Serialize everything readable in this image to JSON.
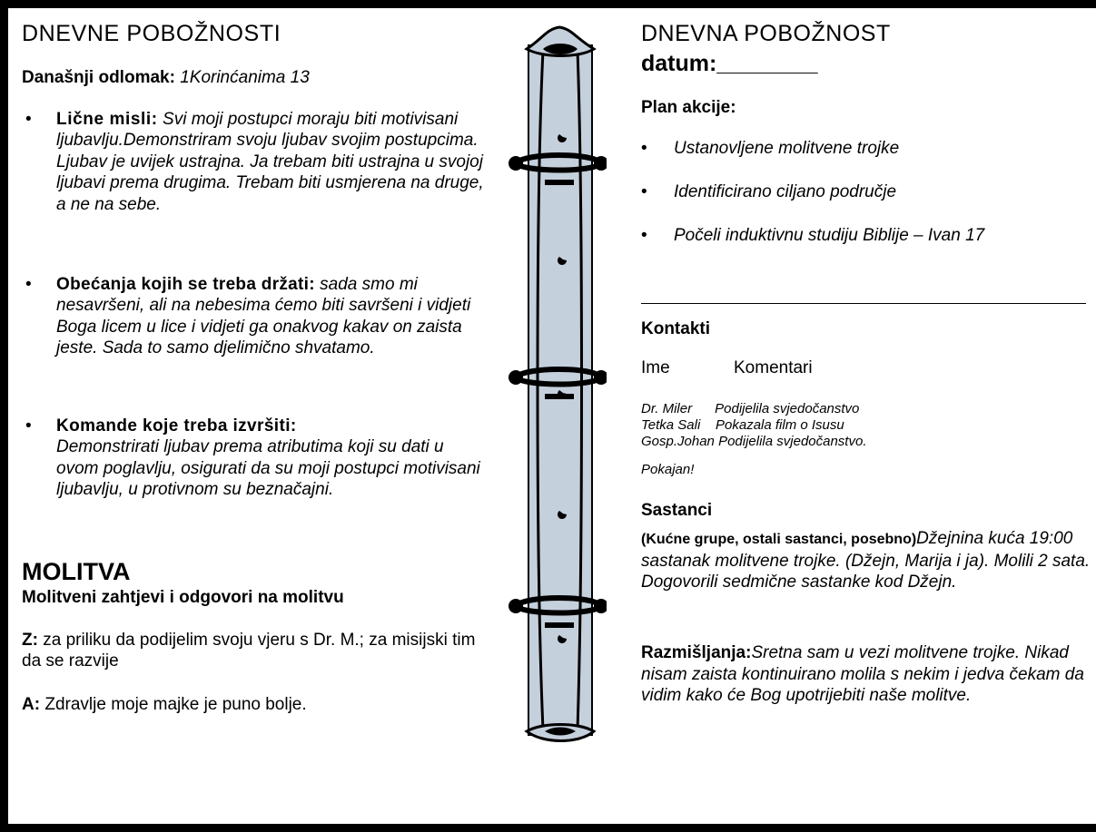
{
  "left": {
    "heading": "DNEVNE POBOŽNOSTI",
    "passage_label": "Današnji odlomak:",
    "passage_value": "1Korinćanima 13",
    "bullets": [
      {
        "label": "Lične misli:",
        "text": "Svi moji postupci moraju biti motivisani ljubavlju.Demonstriram svoju ljubav svojim postupcima. Ljubav je uvijek ustrajna. Ja trebam biti ustrajna u svojoj ljubavi prema drugima. Trebam biti usmjerena na druge, a ne na sebe."
      },
      {
        "label": "Obećanja kojih se treba držati:",
        "text": "sada smo mi nesavršeni, ali na nebesima ćemo biti savršeni i vidjeti Boga  licem u lice i vidjeti ga onakvog kakav on zaista jeste. Sada to samo djelimično shvatamo."
      },
      {
        "label": "Komande koje treba izvršiti:",
        "text": "Demonstrirati ljubav prema atributima koji su dati u ovom poglavlju, osigurati da su moji postupci motivisani ljubavlju, u protivnom su beznačajni."
      }
    ],
    "prayer_heading": "MOLITVA",
    "prayer_subheading": "Molitveni zahtjevi i odgovori na molitvu",
    "z_label": "Z:",
    "z_text": "za priliku da podijelim svoju vjeru s Dr. M.; za misijski tim da se razvije",
    "a_label": "A:",
    "a_text": "Zdravlje moje majke je puno bolje."
  },
  "right": {
    "heading": "DNEVNA POBOŽNOST",
    "date_label": "datum:________",
    "plan_label": "Plan akcije:",
    "plan_items": [
      "Ustanovljene molitvene trojke",
      "Identificirano ciljano područje",
      "Počeli induktivnu studiju Biblije – Ivan 17"
    ],
    "contacts_label": "Kontakti",
    "col_name": "Ime",
    "col_comments": "Komentari",
    "contacts": [
      {
        "name": "Dr. Miler",
        "comment": "Podijelila svjedočanstvo"
      },
      {
        "name": "Tetka Sali",
        "comment": "Pokazala film o Isusu"
      },
      {
        "name": "Gosp.Johan",
        "comment": "Podijelila svjedočanstvo."
      }
    ],
    "pokajan": "Pokajan!",
    "meetings_label": "Sastanci",
    "meetings_sub": "(Kućne grupe, ostali sastanci, posebno)",
    "meetings_text": "Džejnina kuća 19:00 sastanak molitvene trojke. (Džejn, Marija i ja). Molili 2 sata. Dogovorili sedmične sastanke kod Džejn.",
    "reflections_label": "Razmišljanja:",
    "reflections_text": "Sretna sam u vezi molitvene trojke. Nikad nisam zaista kontinuirano molila s nekim i jedva čekam da vidim  kako će Bog upotrijebiti naše molitve."
  },
  "icons": {
    "binder": "ring-binder-icon",
    "bullet": "•"
  },
  "colors": {
    "binder_fill": "#c5d0dd",
    "frame": "#000000"
  }
}
